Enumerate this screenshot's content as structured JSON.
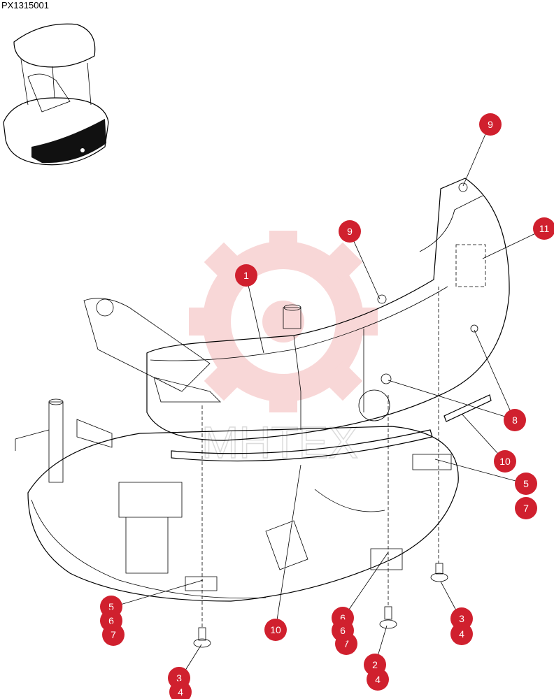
{
  "drawing_code": "PX1315001",
  "watermark_text": "MHTEX",
  "colors": {
    "callout": "#d0202e",
    "watermark": "#f3b7b7"
  },
  "callouts": [
    {
      "id": "c1",
      "label": "1"
    },
    {
      "id": "c9a",
      "label": "9"
    },
    {
      "id": "c9b",
      "label": "9"
    },
    {
      "id": "c11",
      "label": "11"
    },
    {
      "id": "c8",
      "label": "8"
    },
    {
      "id": "c10a",
      "label": "10"
    },
    {
      "id": "c5a",
      "label": "5"
    },
    {
      "id": "c7a",
      "label": "7"
    },
    {
      "id": "c5b",
      "label": "5"
    },
    {
      "id": "c6b",
      "label": "6"
    },
    {
      "id": "c7b",
      "label": "7"
    },
    {
      "id": "c10b",
      "label": "10"
    },
    {
      "id": "c6c",
      "label": "6"
    },
    {
      "id": "c7c",
      "label": "7"
    },
    {
      "id": "c6d",
      "label": "6"
    },
    {
      "id": "c3a",
      "label": "3"
    },
    {
      "id": "c4a",
      "label": "4"
    },
    {
      "id": "c2a",
      "label": "2"
    },
    {
      "id": "c4b",
      "label": "4"
    },
    {
      "id": "c3b",
      "label": "3"
    },
    {
      "id": "c4c",
      "label": "4"
    }
  ]
}
